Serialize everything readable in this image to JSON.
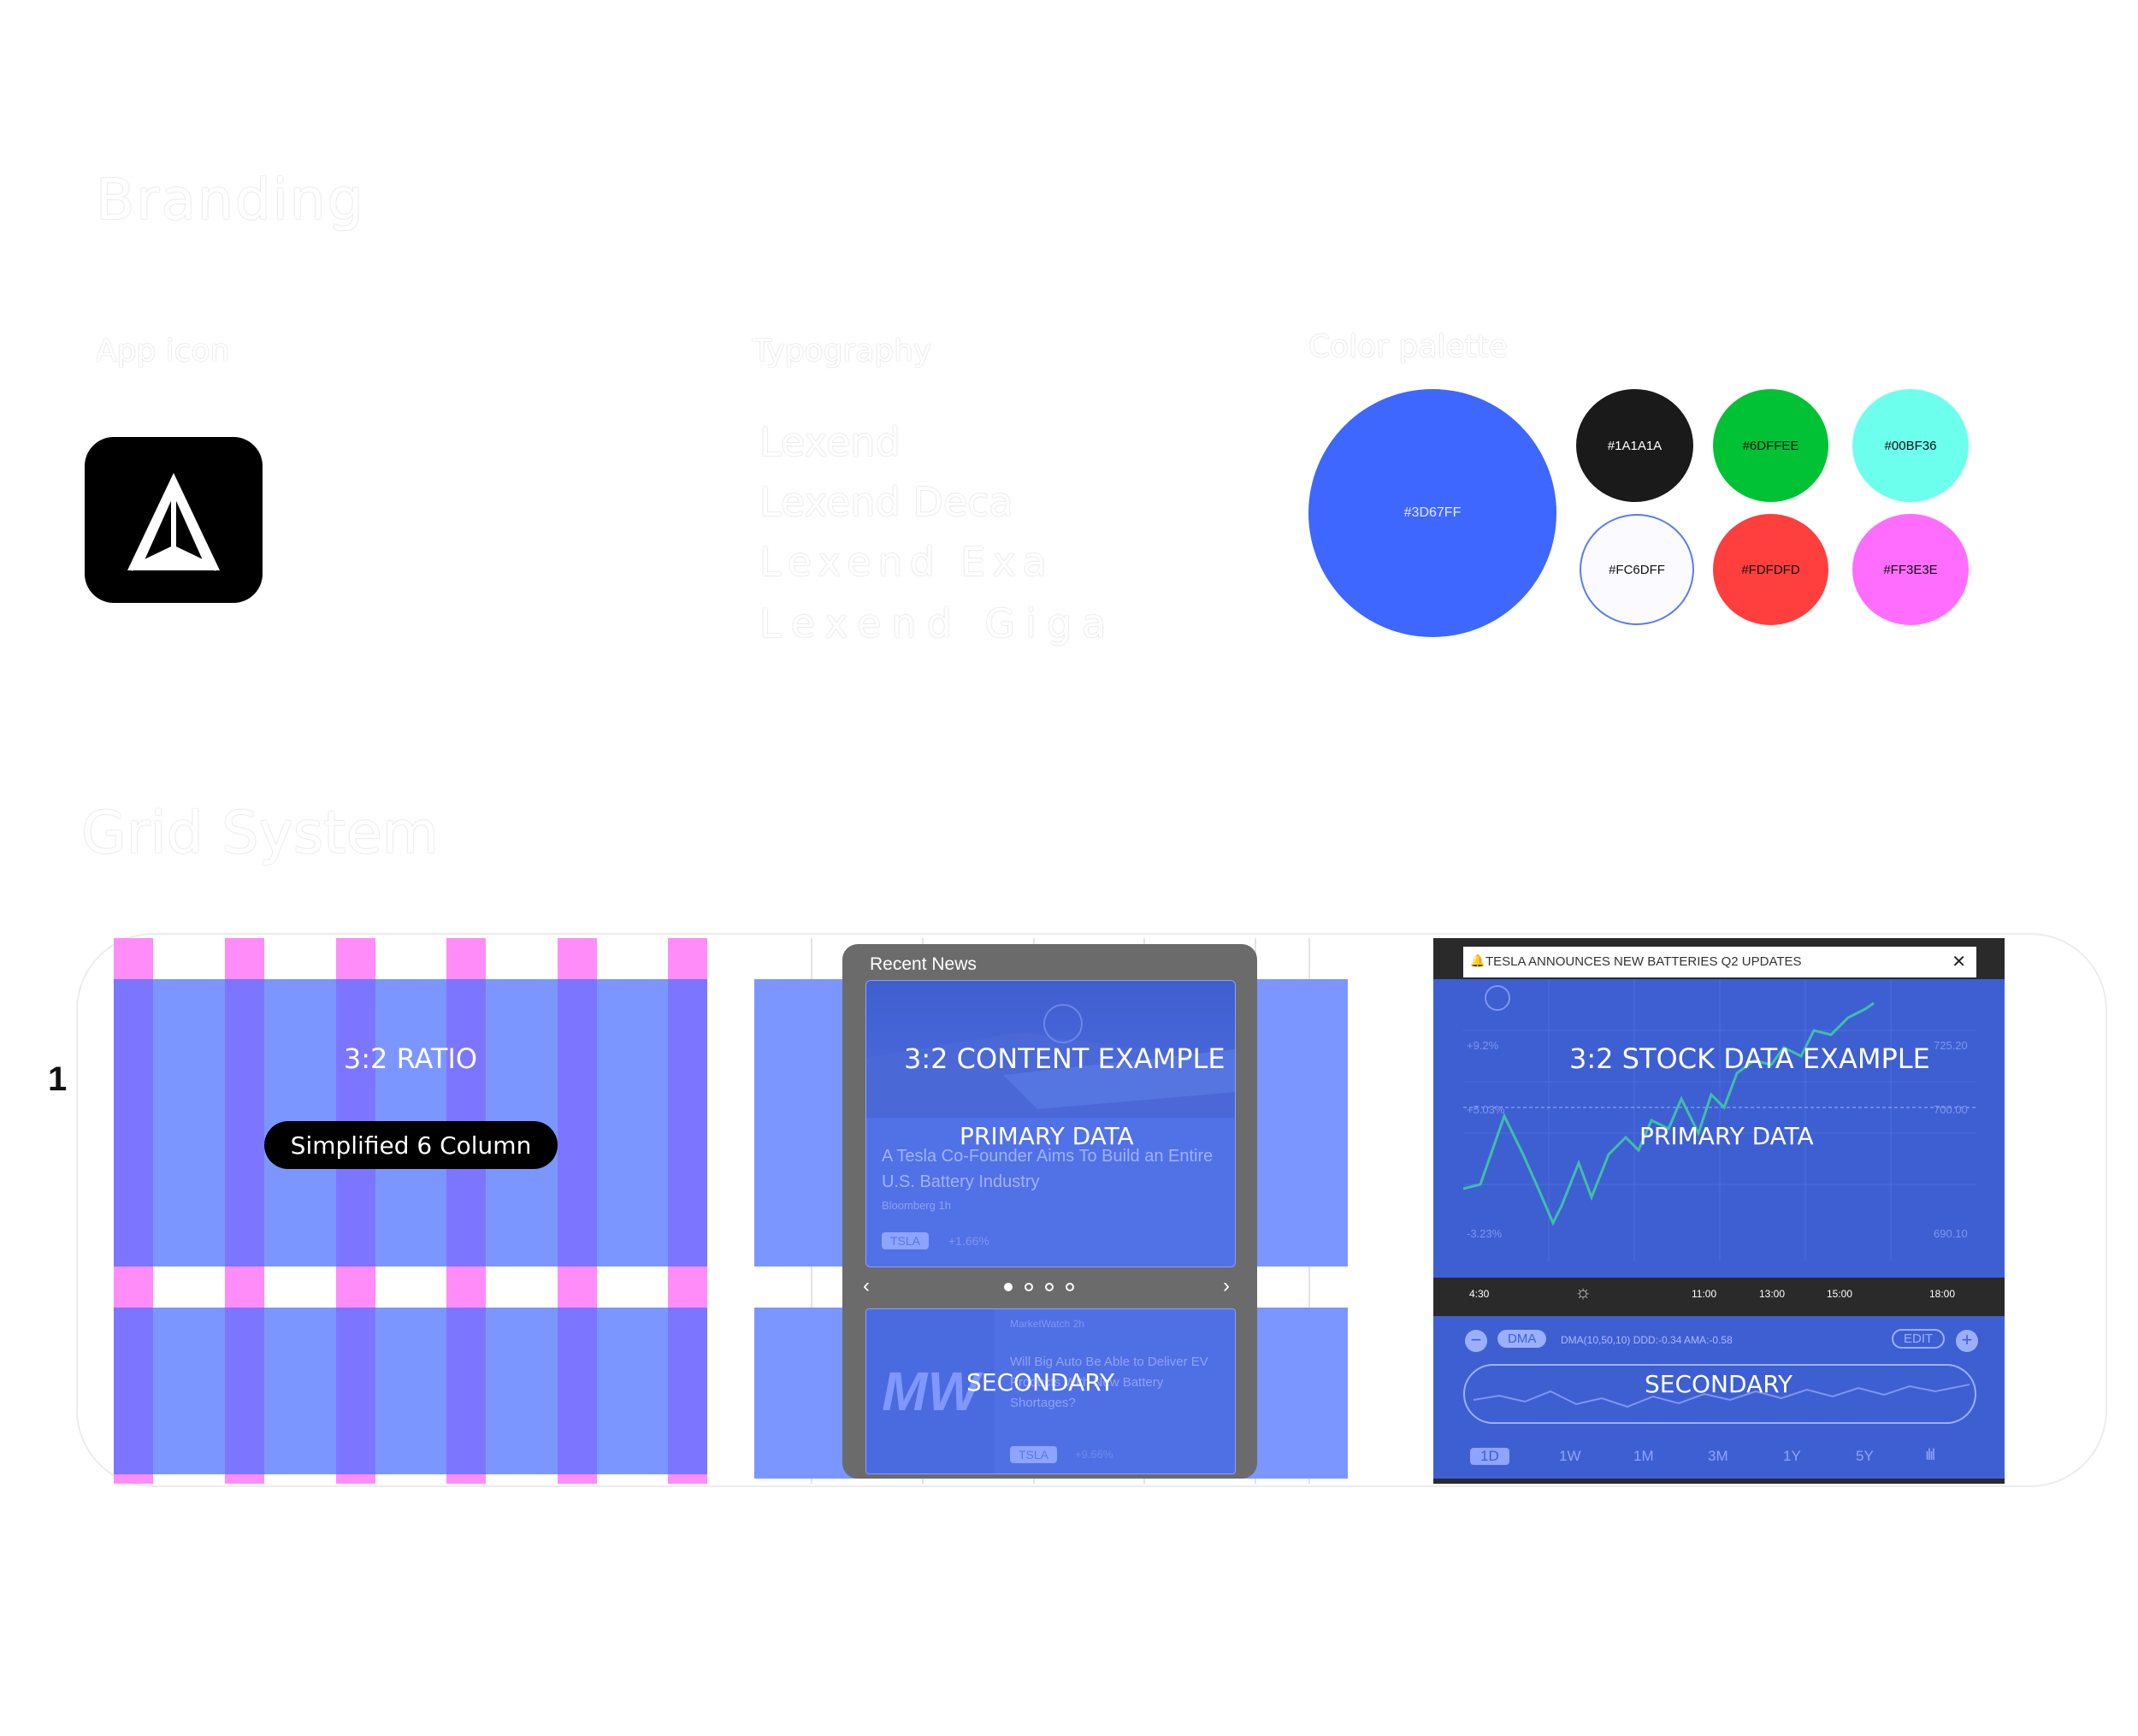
{
  "branding": {
    "title": "Branding",
    "app_icon_label": "App icon",
    "typography_label": "Typography",
    "color_palette_label": "Color palette",
    "fonts": [
      "Lexend",
      "Lexend Deca",
      "Lexend Exa",
      "Lexend Giga"
    ],
    "colors": [
      {
        "label": "#3D67FF",
        "hex": "#3D67FF"
      },
      {
        "label": "#1A1A1A",
        "hex": "#1A1A1A"
      },
      {
        "label": "#6DFFEE",
        "hex": "#00C234"
      },
      {
        "label": "#00BF36",
        "hex": "#6DFFEE"
      },
      {
        "label": "#FC6DFF",
        "hex": "#FBFBFF"
      },
      {
        "label": "#FDFDFD",
        "hex": "#FF3E3E"
      },
      {
        "label": "#FF3E3E",
        "hex": "#FF6DFF"
      }
    ]
  },
  "grid_system": {
    "title": "Grid System",
    "row_number": "1",
    "panel1": {
      "title": "3:2 RATIO",
      "pill": "Simplified 6 Column"
    },
    "panel2": {
      "title": "3:2 CONTENT EXAMPLE",
      "primary": "PRIMARY DATA",
      "secondary": "SECONDARY",
      "card_title": "Recent News",
      "headline": "A Tesla Co-Founder Aims To Build an Entire U.S. Battery Industry",
      "source": "Bloomberg 1h",
      "tag1": "TSLA",
      "pct1": "+1.66%",
      "prev": "‹",
      "next": "›",
      "news2_logo": "MW",
      "news2_source": "MarketWatch 2h",
      "news2_headline": "Will Big Auto Be Able to Deliver EV Products With New Battery Shortages?",
      "tag2": "TSLA",
      "pct2": "+9.66%"
    },
    "panel3": {
      "title": "3:2 STOCK DATA EXAMPLE",
      "primary": "PRIMARY DATA",
      "secondary": "SECONDARY",
      "notification": "TESLA ANNOUNCES NEW BATTERIES Q2 UPDATES",
      "close": "✕",
      "y_left": [
        "+9.2%",
        "+5.03%",
        "-3.23%"
      ],
      "y_right": [
        "725.20",
        "700.00",
        "690.10"
      ],
      "x_labels": [
        "4:30",
        "11:00",
        "13:00",
        "15:00",
        "18:00"
      ],
      "dma_label": "DMA",
      "dma_values": "DMA(10,50,10)  DDD:-0.34  AMA:-0.58",
      "edit": "EDIT",
      "ranges": [
        "1D",
        "1W",
        "1M",
        "3M",
        "1Y",
        "5Y"
      ]
    }
  }
}
